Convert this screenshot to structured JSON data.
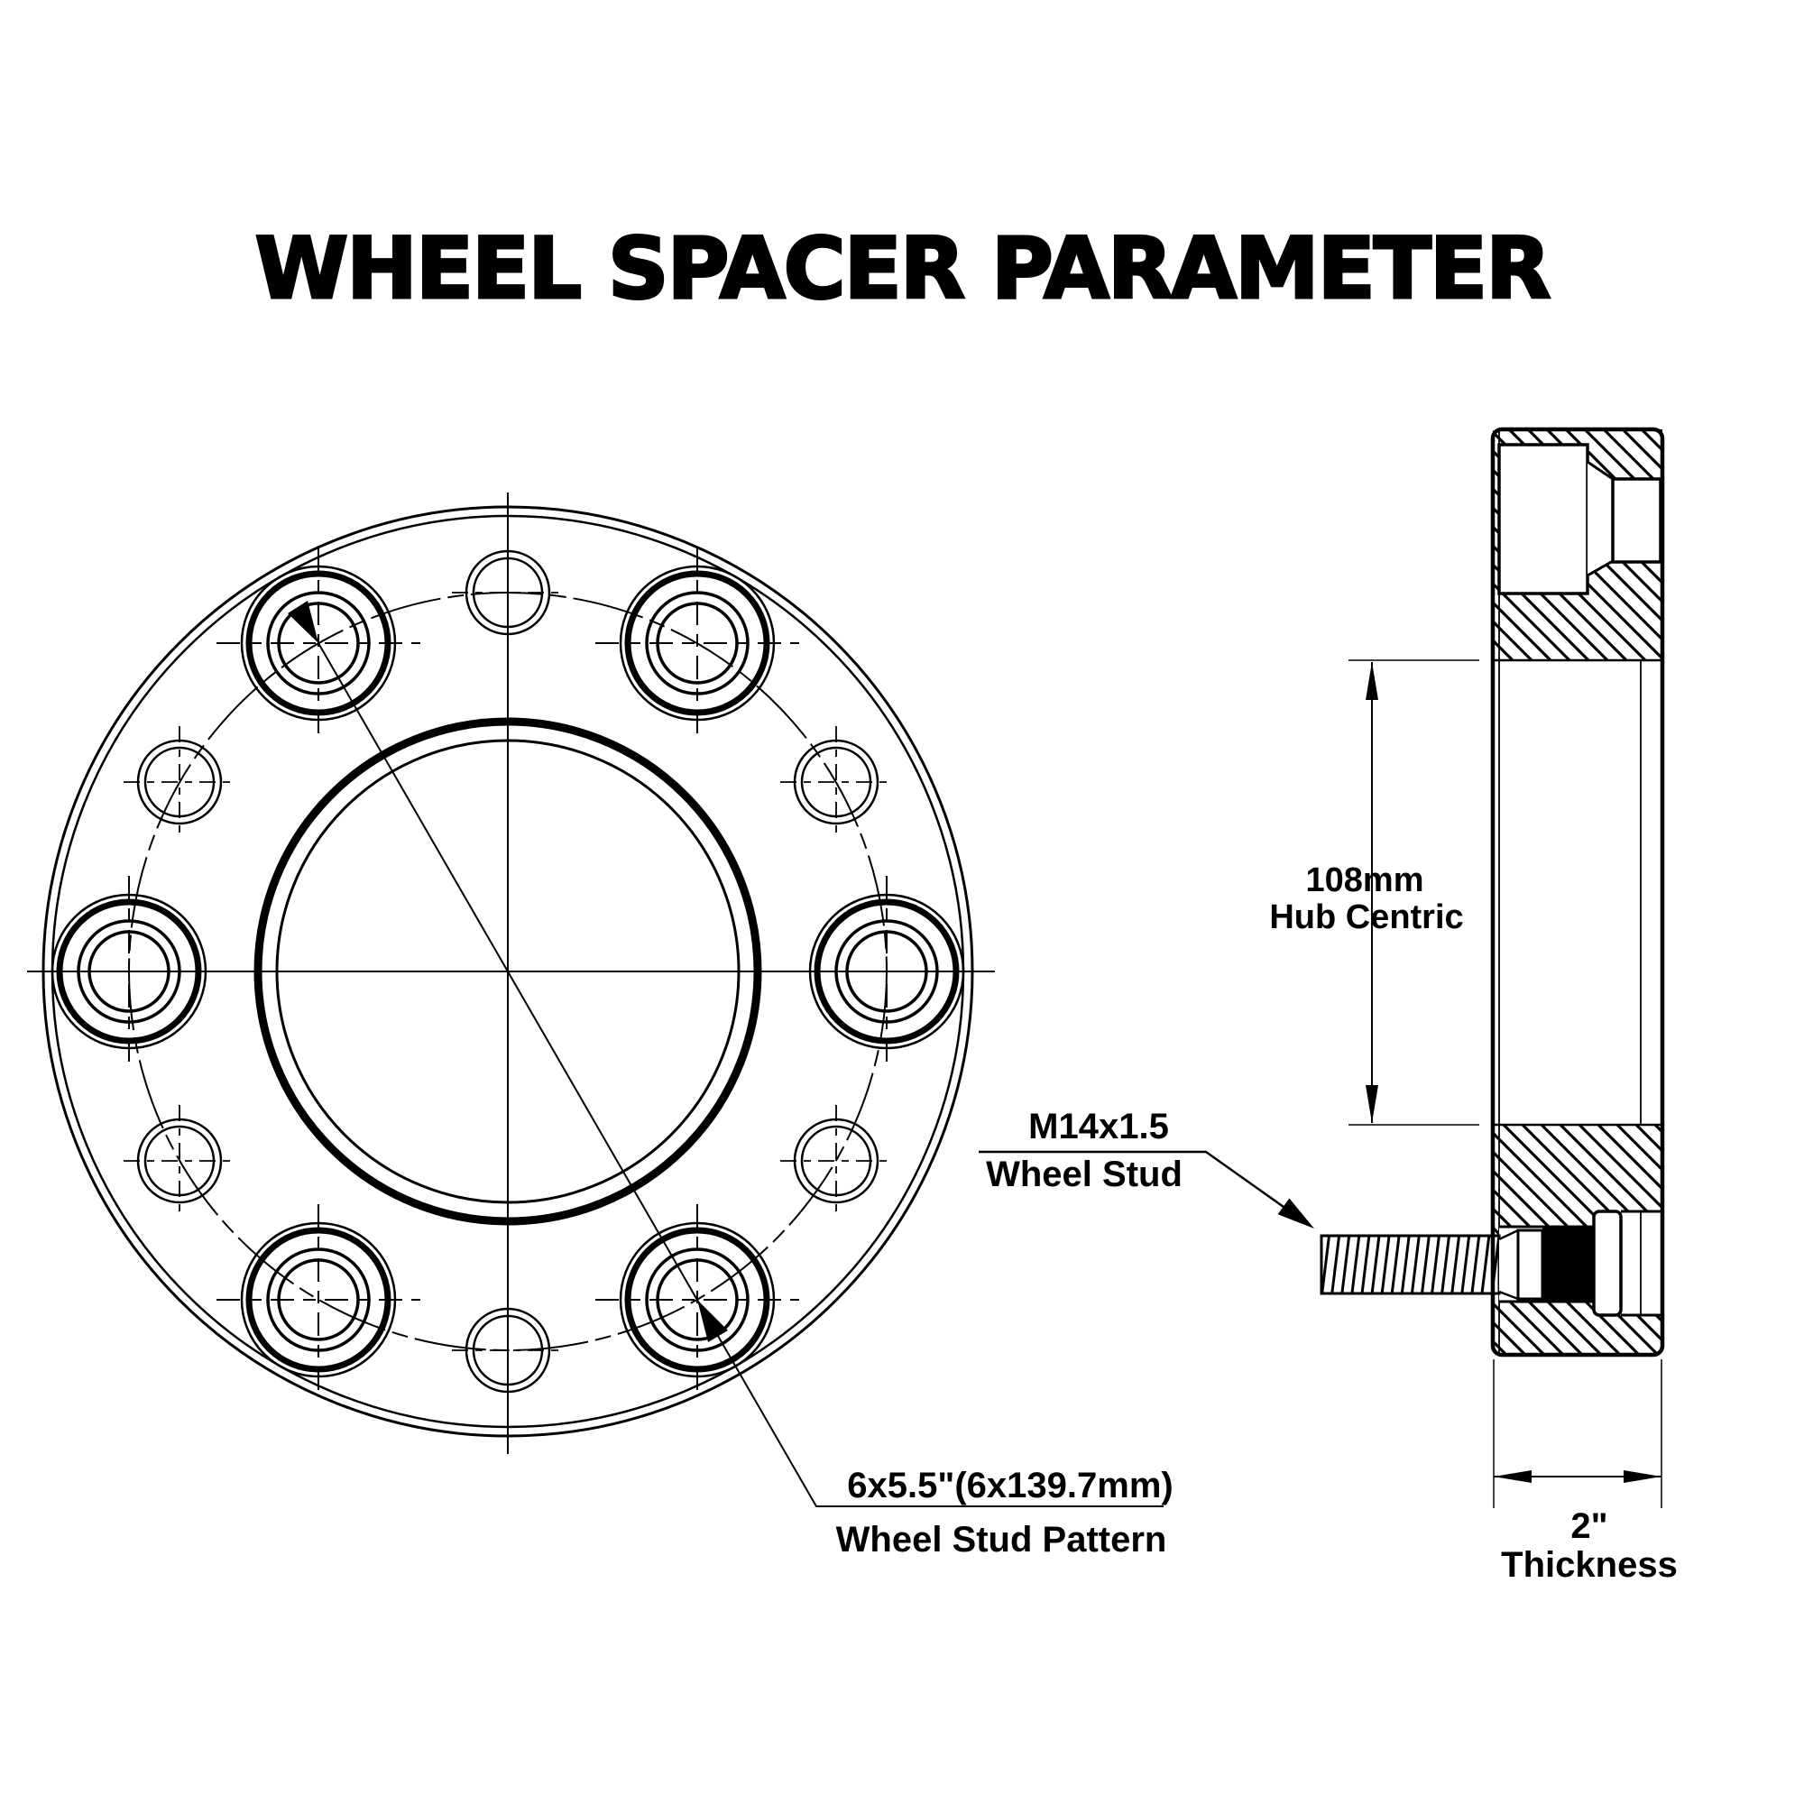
{
  "title": "WHEEL SPACER PARAMETER",
  "colors": {
    "ink": "#000000",
    "paper": "#ffffff"
  },
  "front_view": {
    "stud_count": 6,
    "pilot_hole_count": 6,
    "pattern_label": {
      "line1": "6x5.5\"(6x139.7mm)",
      "line2": "Wheel Stud Pattern"
    }
  },
  "side_view": {
    "hub_centric": {
      "value": "108mm",
      "caption": "Hub Centric"
    },
    "wheel_stud": {
      "value": "M14x1.5",
      "caption": "Wheel Stud"
    },
    "thickness": {
      "value": "2\"",
      "caption": "Thickness"
    }
  }
}
